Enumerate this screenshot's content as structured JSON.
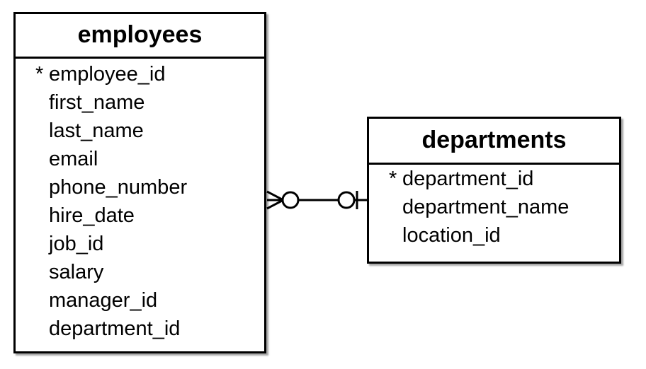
{
  "diagram": {
    "type": "entity-relationship-diagram",
    "notation": "crows-foot",
    "entities": [
      {
        "name": "employees",
        "primary_key_marker": "*",
        "fields": [
          {
            "label": "employee_id",
            "is_primary_key": true
          },
          {
            "label": "first_name",
            "is_primary_key": false
          },
          {
            "label": "last_name",
            "is_primary_key": false
          },
          {
            "label": "email",
            "is_primary_key": false
          },
          {
            "label": "phone_number",
            "is_primary_key": false
          },
          {
            "label": "hire_date",
            "is_primary_key": false
          },
          {
            "label": "job_id",
            "is_primary_key": false
          },
          {
            "label": "salary",
            "is_primary_key": false
          },
          {
            "label": "manager_id",
            "is_primary_key": false
          },
          {
            "label": "department_id",
            "is_primary_key": false
          }
        ]
      },
      {
        "name": "departments",
        "primary_key_marker": "*",
        "fields": [
          {
            "label": "department_id",
            "is_primary_key": true
          },
          {
            "label": "department_name",
            "is_primary_key": false
          },
          {
            "label": "location_id",
            "is_primary_key": false
          }
        ]
      }
    ],
    "relationship": {
      "from_entity": "employees",
      "to_entity": "departments",
      "from_cardinality": "zero-or-many",
      "to_cardinality": "zero-or-one"
    },
    "colors": {
      "background": "#ffffff",
      "entity_fill": "#ffffff",
      "entity_border": "#000000",
      "text": "#000000",
      "shadow": "#a9a9a9"
    }
  }
}
